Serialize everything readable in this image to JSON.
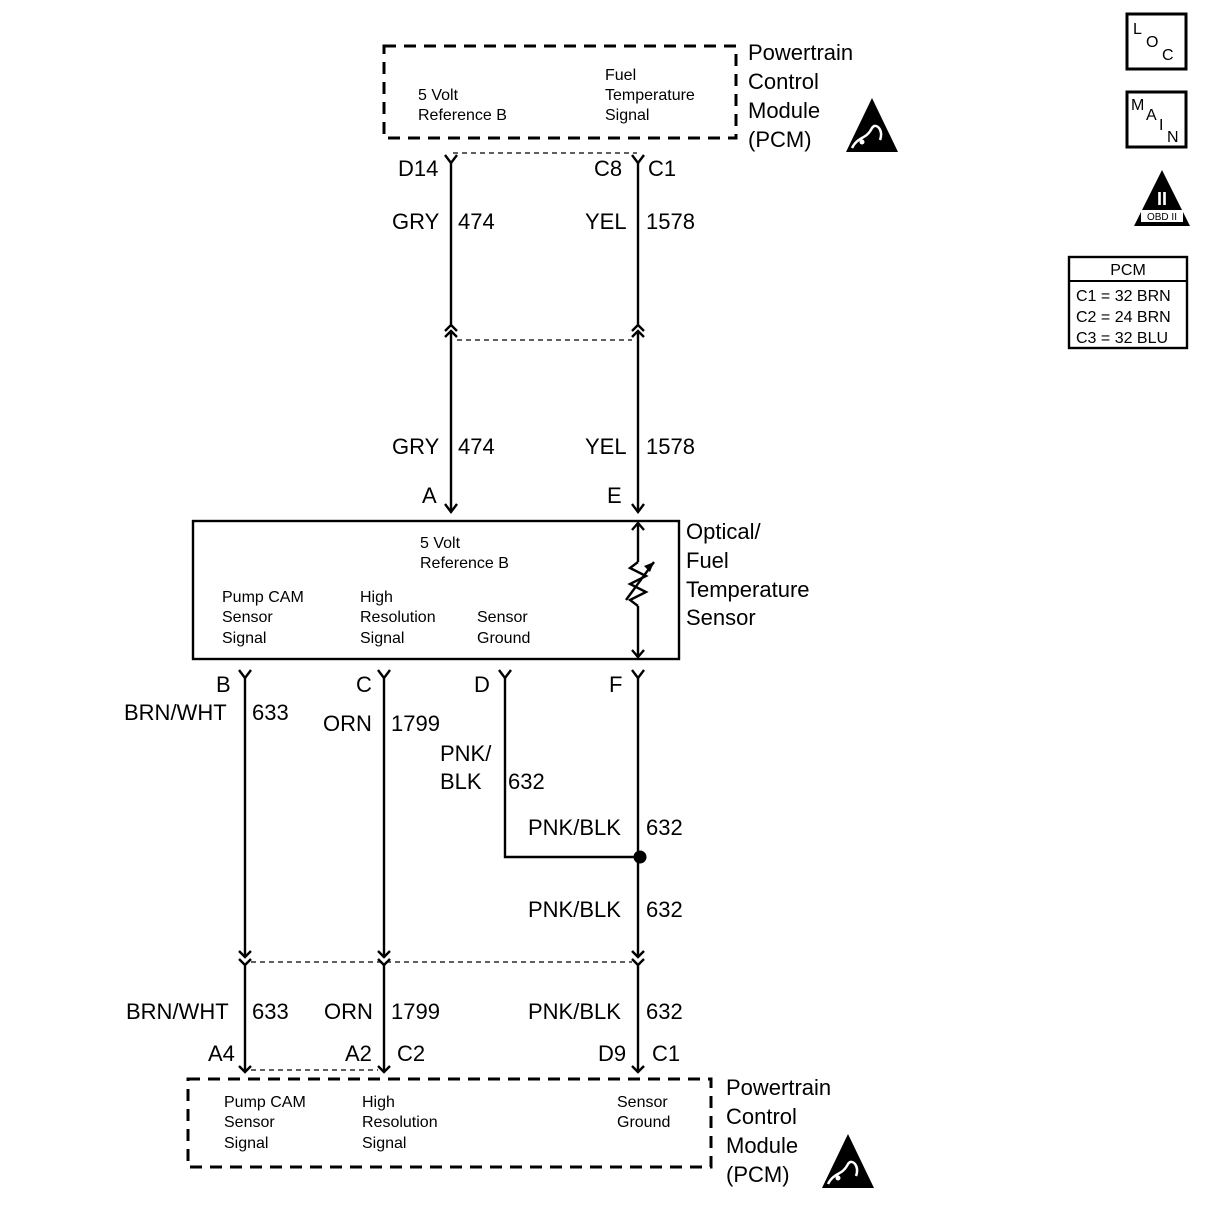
{
  "pcm_top": {
    "title": [
      "Powertrain",
      "Control",
      "Module",
      "(PCM)"
    ],
    "ref_label": [
      "5 Volt",
      "Reference B"
    ],
    "fuel_label": [
      "Fuel",
      "Temperature",
      "Signal"
    ],
    "pin_d14": "D14",
    "pin_c8": "C8",
    "conn_c1": "C1"
  },
  "wires_upper": {
    "gry_color": "GRY",
    "gry_circuit": "474",
    "yel_color": "YEL",
    "yel_circuit": "1578",
    "gry_color_2": "GRY",
    "gry_circuit_2": "474",
    "yel_color_2": "YEL",
    "yel_circuit_2": "1578"
  },
  "sensor": {
    "title": [
      "Optical/",
      "Fuel",
      "Temperature",
      "Sensor"
    ],
    "pin_a": "A",
    "pin_e": "E",
    "ref_label": [
      "5 Volt",
      "Reference B"
    ],
    "pump_label": [
      "Pump CAM",
      "Sensor",
      "Signal"
    ],
    "highres_label": [
      "High",
      "Resolution",
      "Signal"
    ],
    "ground_label": [
      "Sensor",
      "Ground"
    ],
    "pin_b": "B",
    "pin_c": "C",
    "pin_d": "D",
    "pin_f": "F"
  },
  "wires_lower": {
    "brnwht": "BRN/WHT",
    "brnwht_circuit": "633",
    "orn": "ORN",
    "orn_circuit": "1799",
    "pnkblk_split": [
      "PNK/",
      "BLK"
    ],
    "pnkblk_split_circuit": "632",
    "pnkblk_f": "PNK/BLK",
    "pnkblk_f_circuit": "632",
    "pnkblk_mid": "PNK/BLK",
    "pnkblk_mid_circuit": "632",
    "brnwht_2": "BRN/WHT",
    "brnwht_circuit_2": "633",
    "orn_2": "ORN",
    "orn_circuit_2": "1799",
    "pnkblk_2": "PNK/BLK",
    "pnkblk_circuit_2": "632"
  },
  "pcm_bottom": {
    "title": [
      "Powertrain",
      "Control",
      "Module",
      "(PCM)"
    ],
    "pin_a4": "A4",
    "pin_a2": "A2",
    "conn_c2": "C2",
    "pin_d9": "D9",
    "conn_c1": "C1",
    "pump_label": [
      "Pump CAM",
      "Sensor",
      "Signal"
    ],
    "highres_label": [
      "High",
      "Resolution",
      "Signal"
    ],
    "ground_label": [
      "Sensor",
      "Ground"
    ]
  },
  "legend": {
    "loc": [
      "L",
      "O",
      "C"
    ],
    "main": [
      "M",
      "A",
      "I",
      "N"
    ],
    "obd_numeral": "II",
    "obd_text": "OBD II",
    "pcm_title": "PCM",
    "pcm_rows": [
      "C1 = 32 BRN",
      "C2 = 24 BRN",
      "C3 = 32 BLU"
    ]
  }
}
